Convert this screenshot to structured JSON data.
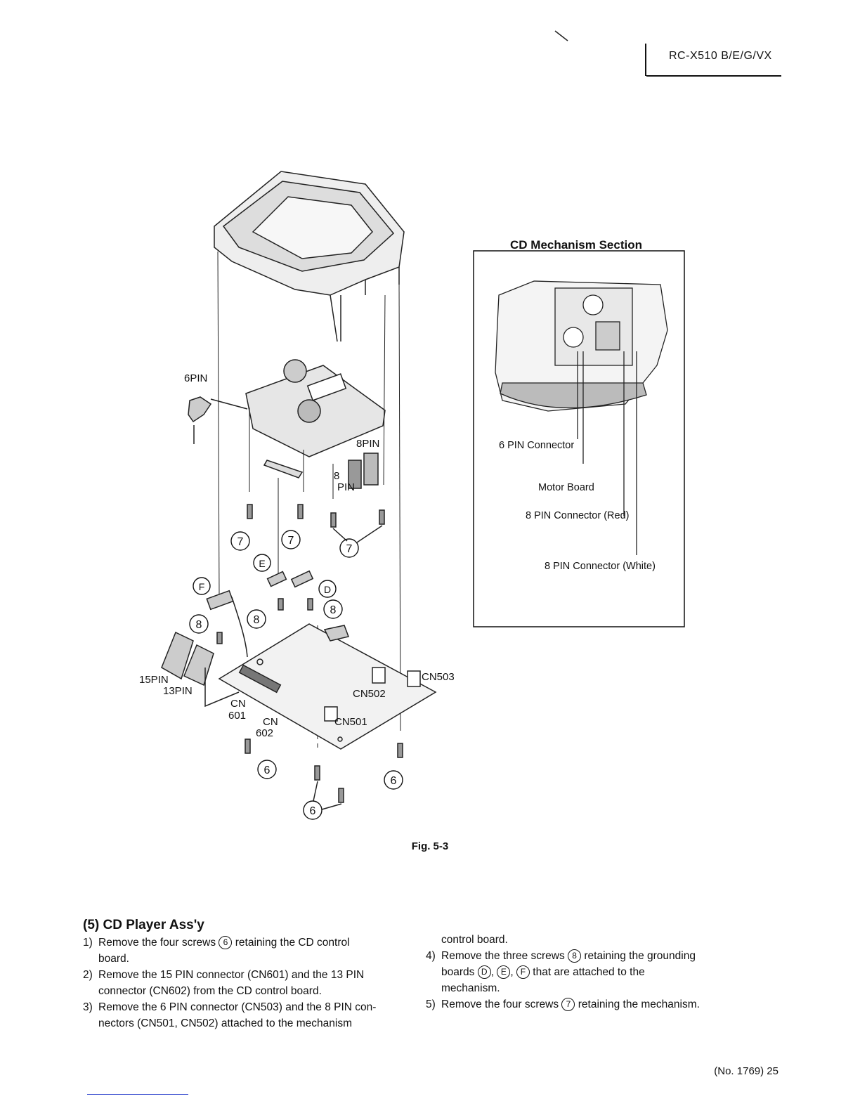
{
  "header": {
    "model": "RC-X510 B/E/G/VX"
  },
  "figure": {
    "caption": "Fig. 5-3",
    "labels": {
      "six_pin": "6PIN",
      "eight_pin_top": "8PIN",
      "eight_pin_mid_a": "8",
      "eight_pin_mid_b": "PIN",
      "fifteen_pin": "15PIN",
      "thirteen_pin": "13PIN",
      "cn601_a": "CN",
      "cn601_b": "601",
      "cn602_a": "CN",
      "cn602_b": "602",
      "cn501": "CN501",
      "cn502": "CN502",
      "cn503": "CN503"
    },
    "callouts": {
      "seven": "7",
      "eight": "8",
      "six": "6",
      "d": "D",
      "e": "E",
      "f": "F"
    },
    "inset": {
      "title": "CD Mechanism Section",
      "six_pin_connector": "6 PIN Connector",
      "motor_board": "Motor Board",
      "eight_pin_red": "8 PIN Connector (Red)",
      "eight_pin_white": "8 PIN Connector (White)"
    }
  },
  "section": {
    "title": "(5) CD Player Ass'y",
    "steps": [
      {
        "num": "1)",
        "a": "Remove the four screws",
        "b": "6",
        "c": "retaining the CD control",
        "d": "board."
      },
      {
        "num": "2)",
        "a": "Remove the 15 PIN connector (CN601) and the 13 PIN",
        "b": "connector (CN602) from the CD control board."
      },
      {
        "num": "3)",
        "a": "Remove the 6 PIN connector (CN503) and the 8 PIN con-",
        "b": "nectors (CN501, CN502) attached to the mechanism",
        "c": "control board."
      },
      {
        "num": "4)",
        "a": "Remove the three screws",
        "b": "8",
        "c": "retaining the grounding",
        "d": "boards",
        "e": "D",
        "f": "E",
        "g": "F",
        "h": "that are attached to the",
        "i": "mechanism."
      },
      {
        "num": "5)",
        "a": "Remove the four screws",
        "b": "7",
        "c": "retaining the mechanism."
      }
    ]
  },
  "footer": {
    "page": "(No. 1769) 25"
  }
}
